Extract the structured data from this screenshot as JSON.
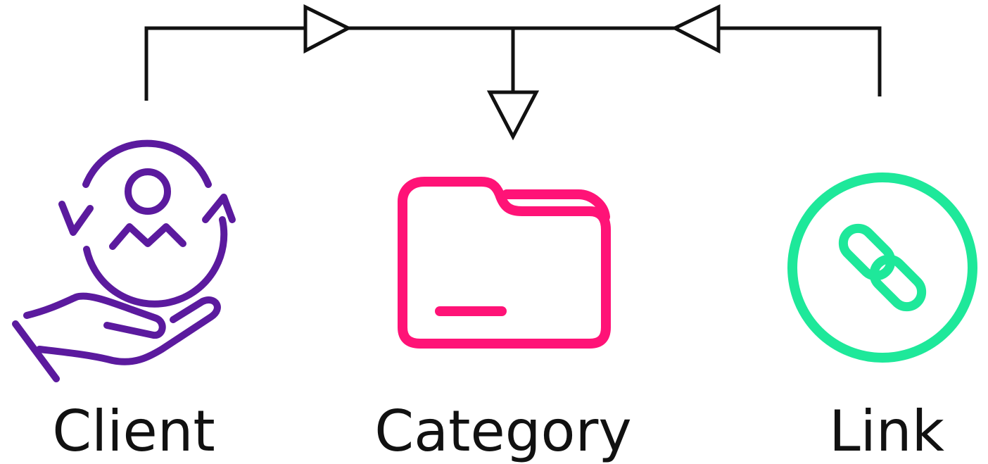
{
  "nodes": [
    {
      "id": "client",
      "label": "Client",
      "icon": "client-exchange-icon",
      "color": "#5B1A9E"
    },
    {
      "id": "category",
      "label": "Category",
      "icon": "folder-icon",
      "color": "#FF1377"
    },
    {
      "id": "link",
      "label": "Link",
      "icon": "link-icon",
      "color": "#1EE89A"
    }
  ],
  "edges": [
    {
      "from": "client",
      "to": "category"
    },
    {
      "from": "link",
      "to": "category"
    }
  ],
  "connector_color": "#111111"
}
